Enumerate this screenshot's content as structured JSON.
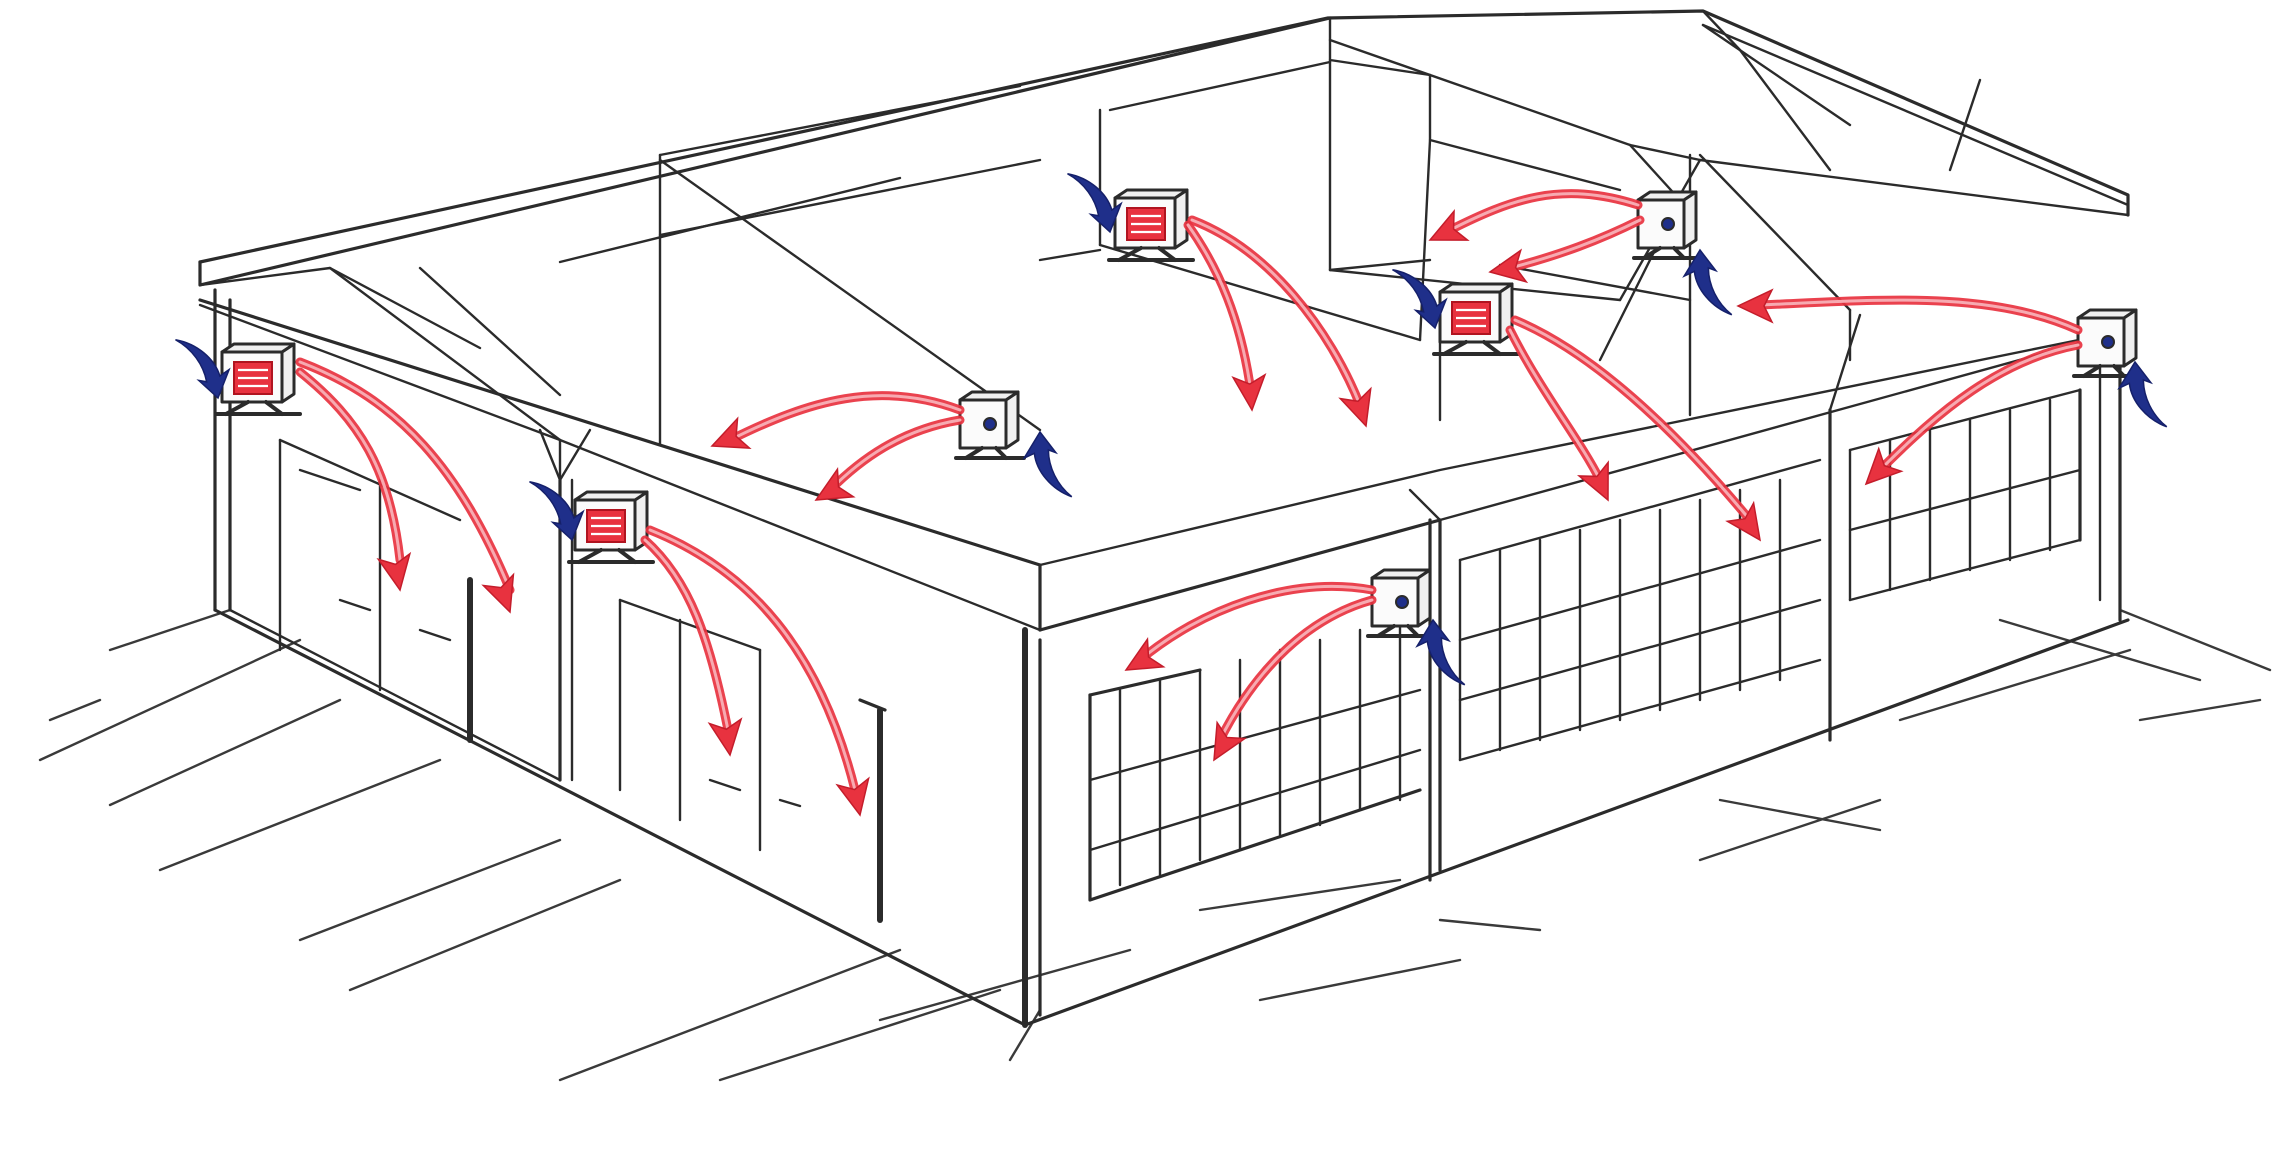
{
  "colors": {
    "warm_air": "#e8323f",
    "cool_air": "#1f2f8a",
    "ink": "#2b2b2b",
    "paper": "#ffffff"
  },
  "heaters": [
    {
      "id": "heater-1",
      "type": "grille-front"
    },
    {
      "id": "heater-2",
      "type": "grille-front"
    },
    {
      "id": "heater-3",
      "type": "grille-front"
    },
    {
      "id": "heater-4",
      "type": "grille-front"
    },
    {
      "id": "heater-5",
      "type": "fan-side"
    },
    {
      "id": "heater-6",
      "type": "fan-side"
    },
    {
      "id": "heater-7",
      "type": "fan-side"
    },
    {
      "id": "heater-8",
      "type": "fan-side"
    }
  ]
}
